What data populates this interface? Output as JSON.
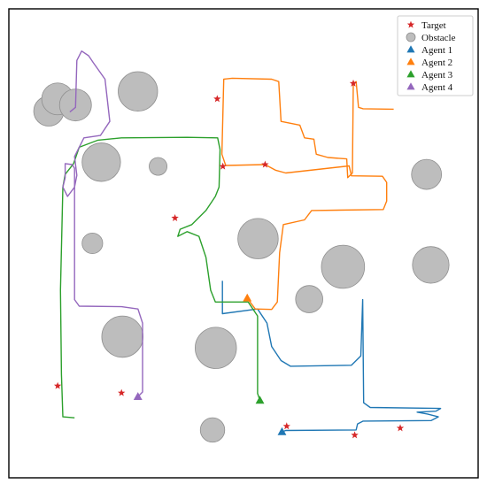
{
  "chart_data": {
    "type": "scatter",
    "title": "",
    "xlabel": "",
    "ylabel": "",
    "xlim": [
      0,
      100
    ],
    "ylim": [
      0,
      100
    ],
    "grid": false,
    "legend_position": "top-right",
    "colors": {
      "target": "#d62728",
      "obstacle": "#bdbdbd",
      "agent_1": "#1f77b4",
      "agent_2": "#ff7f0e",
      "agent_3": "#2ca02c",
      "agent_4": "#9467bd"
    },
    "legend": {
      "target": "Target",
      "obstacle": "Obstacle",
      "agent_1": "Agent 1",
      "agent_2": "Agent 2",
      "agent_3": "Agent 3",
      "agent_4": "Agent 4"
    },
    "obstacles": [
      {
        "x": 27.5,
        "y": 82.4,
        "r": 4.2
      },
      {
        "x": 8.5,
        "y": 78.2,
        "r": 3.2
      },
      {
        "x": 10.4,
        "y": 80.8,
        "r": 3.4
      },
      {
        "x": 14.2,
        "y": 79.5,
        "r": 3.4
      },
      {
        "x": 19.7,
        "y": 67.3,
        "r": 4.1
      },
      {
        "x": 31.8,
        "y": 66.4,
        "r": 1.9
      },
      {
        "x": 17.8,
        "y": 50.0,
        "r": 2.2
      },
      {
        "x": 53.1,
        "y": 51.0,
        "r": 4.3
      },
      {
        "x": 71.2,
        "y": 45.0,
        "r": 4.6
      },
      {
        "x": 64.0,
        "y": 38.1,
        "r": 2.9
      },
      {
        "x": 24.2,
        "y": 30.1,
        "r": 4.4
      },
      {
        "x": 44.1,
        "y": 27.7,
        "r": 4.4
      },
      {
        "x": 89.0,
        "y": 64.7,
        "r": 3.2
      },
      {
        "x": 89.9,
        "y": 45.4,
        "r": 3.9
      },
      {
        "x": 43.4,
        "y": 10.2,
        "r": 2.6
      }
    ],
    "targets": [
      {
        "x": 44.4,
        "y": 80.8
      },
      {
        "x": 73.4,
        "y": 84.1
      },
      {
        "x": 45.6,
        "y": 66.4
      },
      {
        "x": 54.6,
        "y": 66.8
      },
      {
        "x": 35.4,
        "y": 55.4
      },
      {
        "x": 10.4,
        "y": 19.6
      },
      {
        "x": 24.0,
        "y": 18.1
      },
      {
        "x": 59.2,
        "y": 11.0
      },
      {
        "x": 73.7,
        "y": 9.1
      },
      {
        "x": 83.4,
        "y": 10.6
      }
    ],
    "series": [
      {
        "name": "Agent 1",
        "start": {
          "x": 58.2,
          "y": 9.8
        },
        "path": [
          [
            58.2,
            9.8
          ],
          [
            59.0,
            10.1
          ],
          [
            74.0,
            10.2
          ],
          [
            74.3,
            11.5
          ],
          [
            75.5,
            12.1
          ],
          [
            90.0,
            12.2
          ],
          [
            91.5,
            13.0
          ],
          [
            89.2,
            13.6
          ],
          [
            87.0,
            14.0
          ],
          [
            91.0,
            14.2
          ],
          [
            92.0,
            14.8
          ],
          [
            77.0,
            15.0
          ],
          [
            75.6,
            16.0
          ],
          [
            75.4,
            38.0
          ],
          [
            75.0,
            26.0
          ],
          [
            73.0,
            24.0
          ],
          [
            60.0,
            23.8
          ],
          [
            58.0,
            25.0
          ],
          [
            56.0,
            28.0
          ],
          [
            55.0,
            33.0
          ],
          [
            53.0,
            36.0
          ],
          [
            45.5,
            35.0
          ],
          [
            45.5,
            42.0
          ]
        ]
      },
      {
        "name": "Agent 2",
        "start": {
          "x": 50.8,
          "y": 38.3
        },
        "path": [
          [
            50.8,
            38.3
          ],
          [
            52.5,
            36.0
          ],
          [
            56.0,
            35.9
          ],
          [
            57.2,
            37.5
          ],
          [
            57.7,
            48.0
          ],
          [
            58.5,
            54.0
          ],
          [
            63.0,
            55.0
          ],
          [
            64.5,
            57.0
          ],
          [
            79.8,
            57.2
          ],
          [
            80.5,
            59.0
          ],
          [
            80.5,
            63.0
          ],
          [
            79.6,
            64.3
          ],
          [
            73.0,
            64.4
          ],
          [
            72.5,
            66.5
          ],
          [
            59.0,
            65.0
          ],
          [
            56.8,
            65.6
          ],
          [
            54.6,
            66.8
          ],
          [
            46.2,
            66.6
          ],
          [
            45.4,
            69.0
          ],
          [
            45.8,
            85.0
          ],
          [
            47.6,
            85.2
          ],
          [
            56.0,
            85.0
          ],
          [
            57.5,
            84.5
          ],
          [
            58.0,
            76.0
          ],
          [
            62.0,
            75.2
          ],
          [
            63.0,
            72.5
          ],
          [
            65.0,
            72.2
          ],
          [
            65.5,
            69.0
          ],
          [
            68.0,
            68.3
          ],
          [
            72.0,
            68.0
          ],
          [
            72.2,
            64.0
          ],
          [
            73.2,
            65.0
          ],
          [
            73.4,
            84.1
          ],
          [
            74.0,
            84.5
          ],
          [
            74.5,
            79.0
          ],
          [
            75.5,
            78.7
          ],
          [
            82.0,
            78.6
          ]
        ]
      },
      {
        "name": "Agent 3",
        "start": {
          "x": 53.5,
          "y": 16.5
        },
        "path": [
          [
            53.5,
            16.5
          ],
          [
            53.0,
            18.0
          ],
          [
            53.0,
            34.5
          ],
          [
            51.0,
            37.5
          ],
          [
            44.0,
            37.5
          ],
          [
            43.0,
            40.0
          ],
          [
            42.0,
            47.0
          ],
          [
            40.5,
            51.5
          ],
          [
            38.0,
            52.5
          ],
          [
            36.0,
            51.5
          ],
          [
            36.5,
            53.0
          ],
          [
            39.0,
            54.0
          ],
          [
            42.0,
            57.0
          ],
          [
            44.0,
            60.0
          ],
          [
            44.8,
            62.0
          ],
          [
            45.0,
            70.0
          ],
          [
            44.5,
            72.5
          ],
          [
            38.0,
            72.6
          ],
          [
            24.0,
            72.5
          ],
          [
            19.0,
            72.0
          ],
          [
            15.0,
            70.5
          ],
          [
            13.8,
            67.0
          ],
          [
            12.0,
            64.7
          ],
          [
            11.5,
            62.0
          ],
          [
            11.0,
            40.0
          ],
          [
            11.2,
            22.0
          ],
          [
            11.5,
            13.0
          ],
          [
            14.0,
            12.8
          ]
        ]
      },
      {
        "name": "Agent 4",
        "start": {
          "x": 27.5,
          "y": 17.3
        },
        "path": [
          [
            27.5,
            17.3
          ],
          [
            28.5,
            18.3
          ],
          [
            28.5,
            33.0
          ],
          [
            27.5,
            36.0
          ],
          [
            24.0,
            36.5
          ],
          [
            15.0,
            36.6
          ],
          [
            14.0,
            38.0
          ],
          [
            14.0,
            66.0
          ],
          [
            13.5,
            66.8
          ],
          [
            12.0,
            67.0
          ],
          [
            12.0,
            64.0
          ],
          [
            11.5,
            62.0
          ],
          [
            12.5,
            60.0
          ],
          [
            14.0,
            62.0
          ],
          [
            14.5,
            64.5
          ],
          [
            14.0,
            68.5
          ],
          [
            16.0,
            72.5
          ],
          [
            19.5,
            73.0
          ],
          [
            21.5,
            76.0
          ],
          [
            20.5,
            85.0
          ],
          [
            18.0,
            88.5
          ],
          [
            17.0,
            90.0
          ],
          [
            15.5,
            91.0
          ],
          [
            14.5,
            89.0
          ],
          [
            14.2,
            79.0
          ],
          [
            13.0,
            78.0
          ]
        ]
      }
    ]
  }
}
